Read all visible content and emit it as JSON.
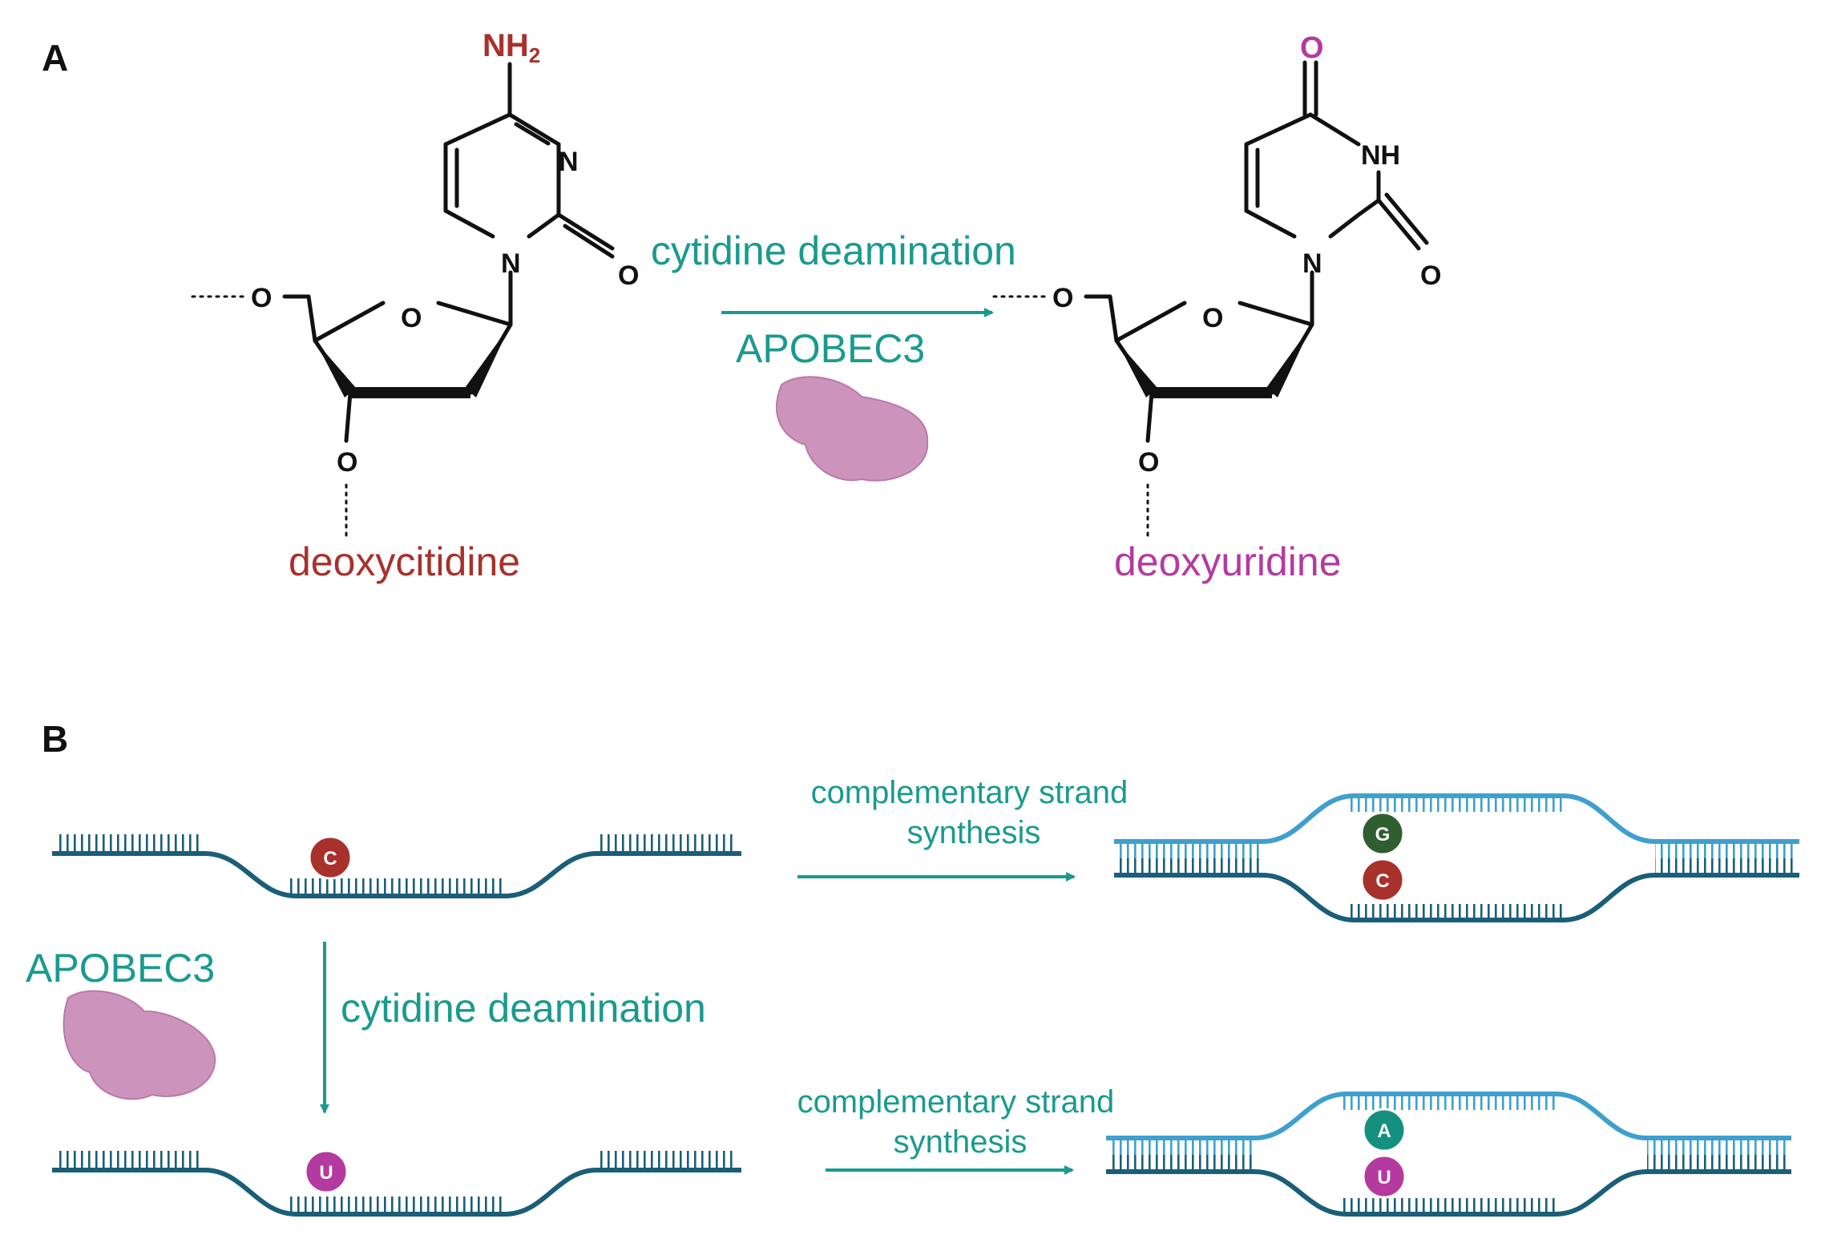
{
  "panel_a": {
    "label": "A",
    "left_molecule": {
      "name": "deoxycitidine",
      "nh2": "NH",
      "nh2_subscript": "2",
      "ring_n_top": "N",
      "ring_n_bottom": "N",
      "carbonyl_o": "O",
      "sugar_o": "O",
      "o5": "O",
      "o3": "O"
    },
    "right_molecule": {
      "name": "deoxyuridine",
      "top_o": "O",
      "nh": "NH",
      "ring_n_bottom": "N",
      "carbonyl_o": "O",
      "sugar_o": "O",
      "o5": "O",
      "o3": "O"
    },
    "reaction_label": "cytidine deamination",
    "enzyme_label": "APOBEC3"
  },
  "panel_b": {
    "label": "B",
    "enzyme_label": "APOBEC3",
    "deamination_label": "cytidine deamination",
    "synthesis_top_line1": "complementary strand",
    "synthesis_top_line2": "synthesis",
    "synthesis_bottom_line1": "complementary strand",
    "synthesis_bottom_line2": "synthesis",
    "bases": {
      "c_single": "C",
      "u_single": "U",
      "g_pair": "G",
      "c_pair": "C",
      "a_pair": "A",
      "u_pair": "U"
    }
  },
  "colors": {
    "teal": "#1a9a8f",
    "dark_teal": "#1a5e78",
    "light_blue": "#3f9fce",
    "cytidine_red": "#a8312b",
    "uridine_magenta": "#b43aa0",
    "guanine_green": "#2f5e30",
    "adenine_teal": "#15907f",
    "protein_pink": "#cc93bc"
  }
}
